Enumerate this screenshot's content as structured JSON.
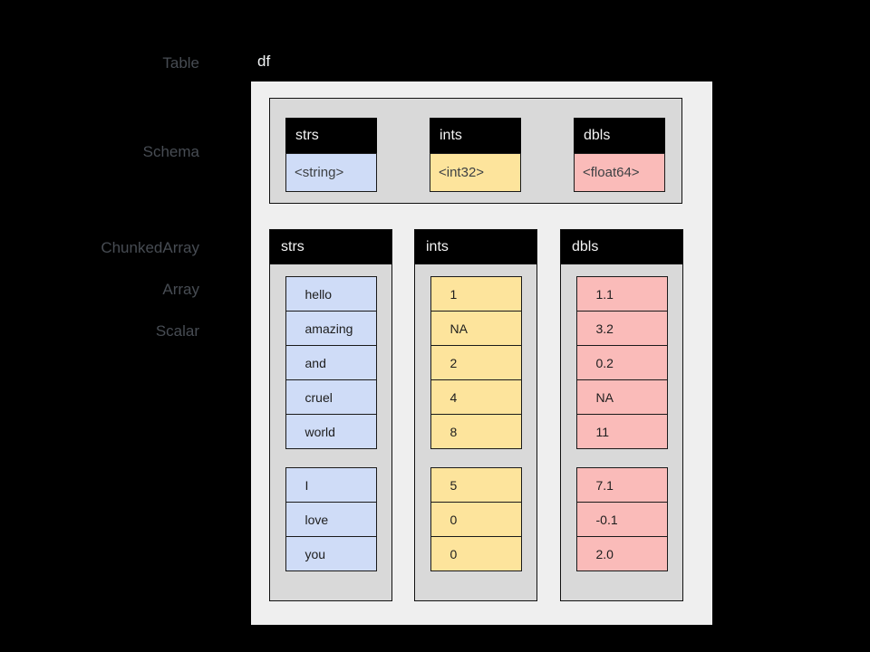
{
  "title": {
    "df_label": "df"
  },
  "side_labels": {
    "table": "Table",
    "schema": "Schema",
    "chunked_array": "ChunkedArray",
    "array": "Array",
    "scalar": "Scalar"
  },
  "schema": {
    "fields": [
      {
        "name": "strs",
        "type": "<string>"
      },
      {
        "name": "ints",
        "type": "<int32>"
      },
      {
        "name": "dbls",
        "type": "<float64>"
      }
    ]
  },
  "columns": [
    {
      "name": "strs",
      "chunks": [
        [
          "hello",
          "amazing",
          "and",
          "cruel",
          "world"
        ],
        [
          "I",
          "love",
          "you"
        ]
      ]
    },
    {
      "name": "ints",
      "chunks": [
        [
          "1",
          "NA",
          "2",
          "4",
          "8"
        ],
        [
          "5",
          "0",
          "0"
        ]
      ]
    },
    {
      "name": "dbls",
      "chunks": [
        [
          "1.1",
          "3.2",
          "0.2",
          "NA",
          "11"
        ],
        [
          "7.1",
          "-0.1",
          "2.0"
        ]
      ]
    }
  ],
  "colors": {
    "background": "#000000",
    "table_panel_fill": "#efefef",
    "container_fill": "#d9d9d9",
    "header_fill": "#000000",
    "header_text": "#f4f4f4",
    "string_fill": "#cfdcf7",
    "int_fill": "#fde49c",
    "double_fill": "#fabbb9",
    "side_label_text": "#474c53"
  }
}
